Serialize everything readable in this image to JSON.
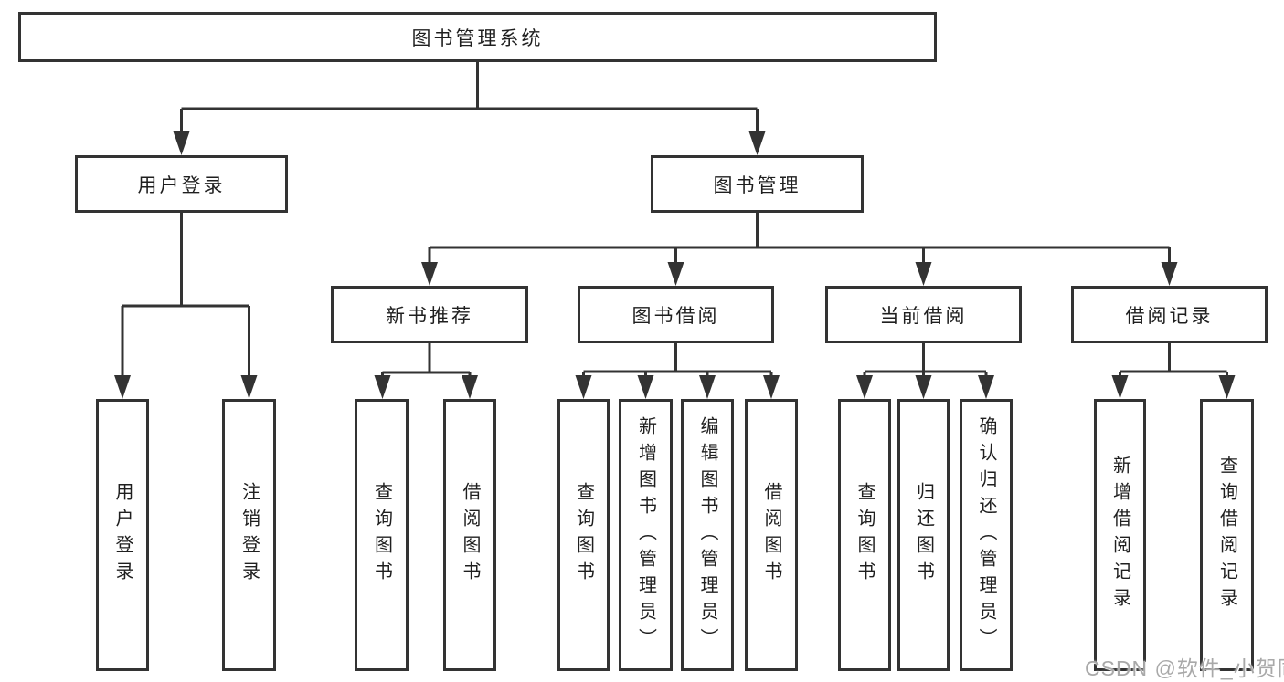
{
  "nodes": {
    "root": "图书管理系统",
    "level1": {
      "user_login": "用户登录",
      "book_mgmt": "图书管理"
    },
    "level2": {
      "new_book_rec": "新书推荐",
      "book_borrow": "图书借阅",
      "current_borrow": "当前借阅",
      "borrow_records": "借阅记录"
    },
    "leaves": {
      "ul_user_login": "用户登录",
      "ul_logout": "注销登录",
      "nb_query_book": "查询图书",
      "nb_borrow_book": "借阅图书",
      "bb_query_book": "查询图书",
      "bb_add_book": "新增图书（管理员）",
      "bb_edit_book": "编辑图书（管理员）",
      "bb_borrow_book": "借阅图书",
      "cb_query_book": "查询图书",
      "cb_return_book": "归还图书",
      "cb_confirm_return": "确认归还（管理员）",
      "br_add_record": "新增借阅记录",
      "br_query_record": "查询借阅记录"
    }
  },
  "watermark": "CSDN @软件_小贺同学",
  "colors": {
    "line": "#333333",
    "box_border": "#333333",
    "text": "#1f1f1f",
    "background": "#ffffff",
    "watermark": "#a9a9a9"
  }
}
